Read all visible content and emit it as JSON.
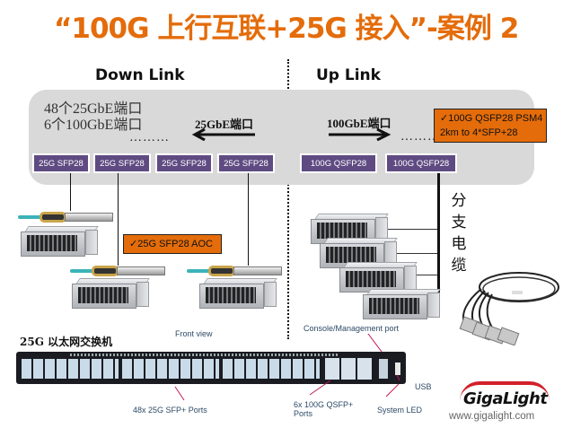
{
  "title": "“100G 上行互联+25G 接入”-案例 2",
  "sections": {
    "down_link": "Down Link",
    "up_link": "Up Link"
  },
  "switch_panel": {
    "port_summary": [
      "48个25GbE端口",
      "6个100GbE端口"
    ],
    "ellipsis": "………",
    "down_arrow_label": "25GbE端口",
    "up_arrow_label": "100GbE端口",
    "up_ellipsis": "………",
    "down_ports": [
      "25G SFP28",
      "25G SFP28",
      "25G SFP28",
      "25G SFP28"
    ],
    "up_ports": [
      "100G QSFP28",
      "100G QSFP28"
    ]
  },
  "callouts": {
    "up_module": {
      "line1": "✓100G QSFP28 PSM4",
      "line2": "2km to 4*SFP+28"
    },
    "down_cable": "✓25G SFP28 AOC"
  },
  "breakout_label": [
    "分",
    "支",
    "电",
    "缆"
  ],
  "switch_photo": {
    "title": "25G 以太网交换机",
    "front_view": "Front view",
    "console_port": "Console/Management port",
    "sfp_ports": "48x 25G SFP+ Ports",
    "qsfp_ports_line1": "6x 100G QSFP+",
    "qsfp_ports_line2": "Ports",
    "usb": "USB",
    "system_led": "System LED"
  },
  "brand": {
    "logo": "GigaLight",
    "url": "www.gigalight.com"
  },
  "colors": {
    "title": "#e46c0a",
    "port_box": "#5f4b82",
    "callout": "#e46c0a",
    "panel": "#d9d9d9",
    "logo_red": "#d2202a"
  }
}
